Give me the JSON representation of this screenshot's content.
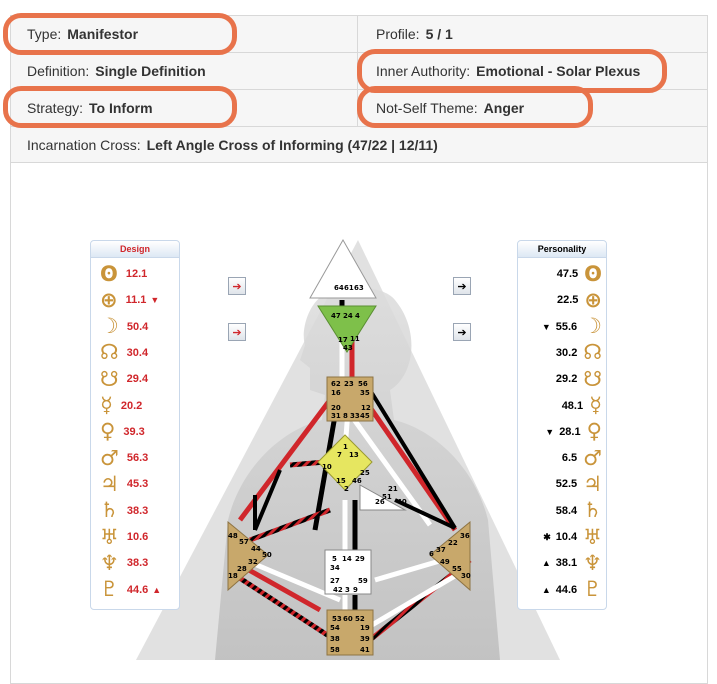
{
  "info": {
    "type_label": "Type:",
    "type_value": "Manifestor",
    "profile_label": "Profile:",
    "profile_value": "5 / 1",
    "definition_label": "Definition:",
    "definition_value": "Single Definition",
    "authority_label": "Inner Authority:",
    "authority_value": "Emotional - Solar Plexus",
    "strategy_label": "Strategy:",
    "strategy_value": "To Inform",
    "notself_label": "Not-Self Theme:",
    "notself_value": "Anger",
    "cross_label": "Incarnation Cross:",
    "cross_value": "Left Angle Cross of Informing (47/22 | 12/11)"
  },
  "design": {
    "title": "Design",
    "rows": [
      {
        "icon": "sun-icon",
        "glyph": "ʘ",
        "value": "12.1",
        "mark": ""
      },
      {
        "icon": "earth-icon",
        "glyph": "⊕",
        "value": "11.1",
        "mark": "▼"
      },
      {
        "icon": "moon-icon",
        "glyph": "☽",
        "value": "50.4",
        "mark": ""
      },
      {
        "icon": "north-node-icon",
        "glyph": "☊",
        "value": "30.4",
        "mark": ""
      },
      {
        "icon": "south-node-icon",
        "glyph": "☋",
        "value": "29.4",
        "mark": ""
      },
      {
        "icon": "mercury-icon",
        "glyph": "☿",
        "value": "20.2",
        "mark": ""
      },
      {
        "icon": "venus-icon",
        "glyph": "♀",
        "value": "39.3",
        "mark": ""
      },
      {
        "icon": "mars-icon",
        "glyph": "♂",
        "value": "56.3",
        "mark": ""
      },
      {
        "icon": "jupiter-icon",
        "glyph": "♃",
        "value": "45.3",
        "mark": ""
      },
      {
        "icon": "saturn-icon",
        "glyph": "♄",
        "value": "38.3",
        "mark": ""
      },
      {
        "icon": "uranus-icon",
        "glyph": "♅",
        "value": "10.6",
        "mark": ""
      },
      {
        "icon": "neptune-icon",
        "glyph": "♆",
        "value": "38.3",
        "mark": ""
      },
      {
        "icon": "pluto-icon",
        "glyph": "♇",
        "value": "44.6",
        "mark": "▲"
      }
    ]
  },
  "personality": {
    "title": "Personality",
    "rows": [
      {
        "icon": "sun-icon",
        "glyph": "ʘ",
        "value": "47.5",
        "mark": ""
      },
      {
        "icon": "earth-icon",
        "glyph": "⊕",
        "value": "22.5",
        "mark": ""
      },
      {
        "icon": "moon-icon",
        "glyph": "☽",
        "value": "55.6",
        "mark": "▼"
      },
      {
        "icon": "north-node-icon",
        "glyph": "☊",
        "value": "30.2",
        "mark": ""
      },
      {
        "icon": "south-node-icon",
        "glyph": "☋",
        "value": "29.2",
        "mark": ""
      },
      {
        "icon": "mercury-icon",
        "glyph": "☿",
        "value": "48.1",
        "mark": ""
      },
      {
        "icon": "venus-icon",
        "glyph": "♀",
        "value": "28.1",
        "mark": "▼"
      },
      {
        "icon": "mars-icon",
        "glyph": "♂",
        "value": "6.5",
        "mark": ""
      },
      {
        "icon": "jupiter-icon",
        "glyph": "♃",
        "value": "52.5",
        "mark": ""
      },
      {
        "icon": "saturn-icon",
        "glyph": "♄",
        "value": "58.4",
        "mark": ""
      },
      {
        "icon": "uranus-icon",
        "glyph": "♅",
        "value": "10.4",
        "mark": "✱"
      },
      {
        "icon": "neptune-icon",
        "glyph": "♆",
        "value": "38.1",
        "mark": "▲"
      },
      {
        "icon": "pluto-icon",
        "glyph": "♇",
        "value": "44.6",
        "mark": "▲"
      }
    ]
  },
  "gates": {
    "head": [
      "64",
      "61",
      "63"
    ],
    "ajna": [
      "47",
      "24",
      "4",
      "17",
      "11",
      "43"
    ],
    "throat": [
      "62",
      "23",
      "56",
      "16",
      "35",
      "20",
      "12",
      "31",
      "8",
      "33",
      "45"
    ],
    "g": [
      "1",
      "7",
      "13",
      "10",
      "15",
      "2",
      "46",
      "25"
    ],
    "heart": [
      "21",
      "51",
      "26",
      "40"
    ],
    "spleen": [
      "48",
      "57",
      "44",
      "50",
      "32",
      "28",
      "18"
    ],
    "solar": [
      "36",
      "22",
      "6",
      "37",
      "49",
      "55",
      "30"
    ],
    "sacral": [
      "5",
      "14",
      "29",
      "34",
      "27",
      "59",
      "42",
      "3",
      "9"
    ],
    "root": [
      "53",
      "60",
      "52",
      "54",
      "19",
      "38",
      "39",
      "58",
      "41"
    ]
  },
  "colors": {
    "accent": "#e8734b",
    "design": "#d0262b",
    "personality": "#000000",
    "gold": "#c9943a"
  }
}
